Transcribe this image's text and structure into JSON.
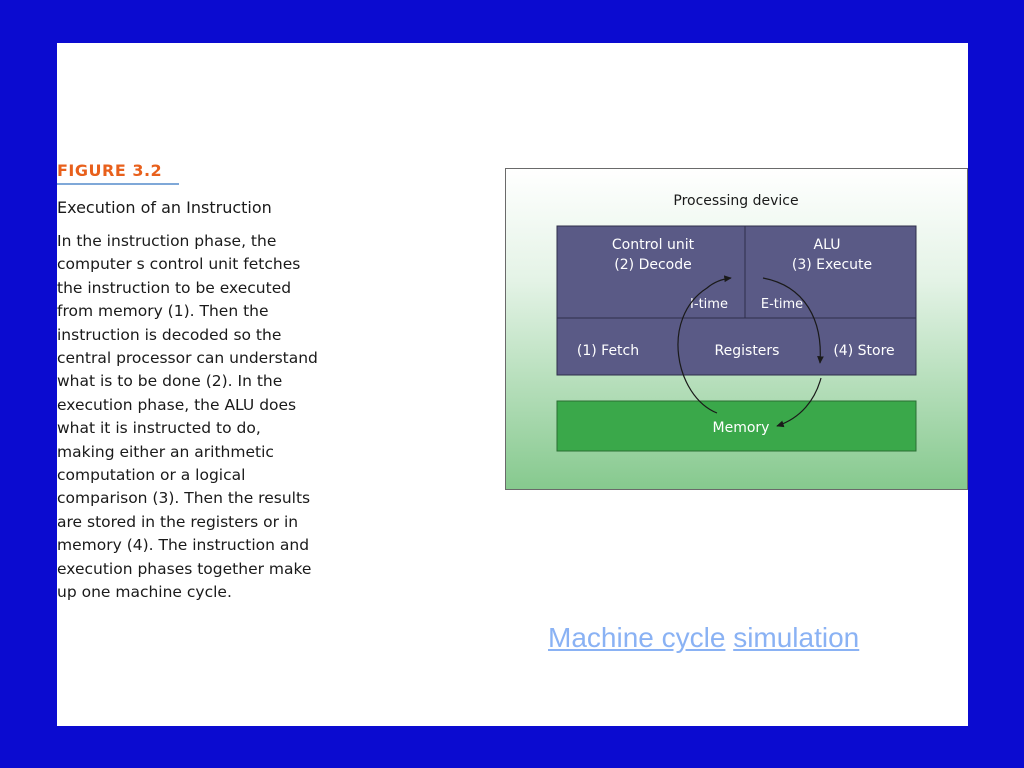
{
  "figure": {
    "label": "FIGURE 3.2",
    "title": "Execution of an Instruction",
    "caption_lines": [
      "In the instruction phase, the",
      "computer s control unit fetches",
      "the instruction to be executed",
      "from memory (1). Then the",
      "instruction is decoded so the",
      "central processor can understand",
      "what is to be done (2). In the",
      "execution phase, the ALU does",
      "what it is instructed to do,",
      "making either an arithmetic",
      "computation or a logical",
      "comparison (3). Then the results",
      "are stored in the registers or in",
      "memory (4). The instruction and",
      "execution phases together make",
      "up one machine cycle."
    ],
    "label_color": "#e8601c"
  },
  "diagram": {
    "title": "Processing device",
    "control_unit": {
      "name": "Control unit",
      "step": "(2) Decode"
    },
    "alu": {
      "name": "ALU",
      "step": "(3) Execute"
    },
    "i_time": "I-time",
    "e_time": "E-time",
    "fetch": "(1) Fetch",
    "registers": "Registers",
    "store": "(4) Store",
    "memory": "Memory",
    "colors": {
      "unit_fill": "#5a5a86",
      "memory_fill": "#3aa84a",
      "gradient_top": "#ffffff",
      "gradient_bottom": "#86c98e"
    }
  },
  "links": {
    "part1": "Machine cycle",
    "part2": "simulation"
  },
  "background": "#0b0bd0"
}
